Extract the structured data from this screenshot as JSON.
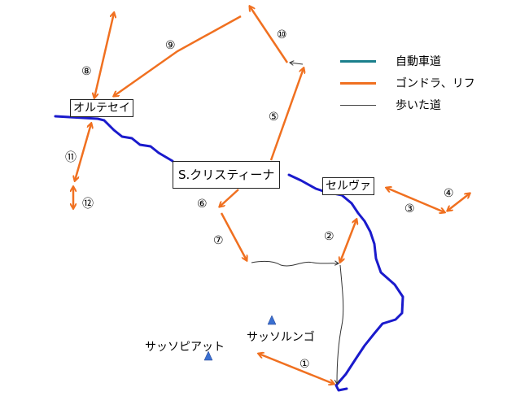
{
  "legend": {
    "items": [
      {
        "label": "自動車道",
        "color": "#1a7f8c",
        "type": "road"
      },
      {
        "label": "ゴンドラ、リフ",
        "color": "#f07020",
        "type": "lift"
      },
      {
        "label": "歩いた道",
        "color": "#444444",
        "type": "walk"
      }
    ]
  },
  "places": {
    "ortisei": "オルテセイ",
    "s_cristina": "S.クリスティーナ",
    "selva": "セルヴァ",
    "sassopiatto": "サッソピアット",
    "sassolungo": "サッソルンゴ"
  },
  "lift_numbers": [
    "①",
    "②",
    "③",
    "④",
    "⑤",
    "⑥",
    "⑦",
    "⑧",
    "⑨",
    "⑩",
    "⑪",
    "⑫"
  ],
  "colors": {
    "road_on_map": "#1a1acc",
    "lift": "#f07020",
    "walk": "#333333",
    "peak": "#3a6fd0"
  }
}
